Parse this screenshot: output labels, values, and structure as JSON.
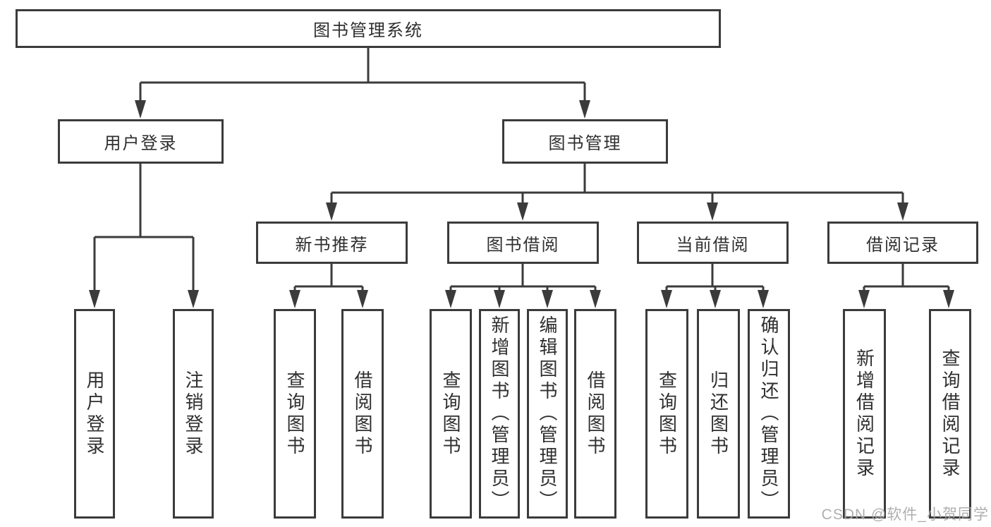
{
  "diagram": {
    "root": {
      "label": "图书管理系统"
    },
    "branches": [
      {
        "label": "用户登录",
        "children": [
          {
            "label": "用户登录"
          },
          {
            "label": "注销登录"
          }
        ]
      },
      {
        "label": "图书管理",
        "sections": [
          {
            "label": "新书推荐",
            "children": [
              {
                "label": "查询图书"
              },
              {
                "label": "借阅图书"
              }
            ]
          },
          {
            "label": "图书借阅",
            "children": [
              {
                "label": "查询图书"
              },
              {
                "label": "新增图书（管理员）"
              },
              {
                "label": "编辑图书（管理员）"
              },
              {
                "label": "借阅图书"
              }
            ]
          },
          {
            "label": "当前借阅",
            "children": [
              {
                "label": "查询图书"
              },
              {
                "label": "归还图书"
              },
              {
                "label": "确认归还（管理员）"
              }
            ]
          },
          {
            "label": "借阅记录",
            "children": [
              {
                "label": "新增借阅记录"
              },
              {
                "label": "查询借阅记录"
              }
            ]
          }
        ]
      }
    ]
  },
  "watermark": {
    "text": "CSDN @软件_小贺同学"
  },
  "colors": {
    "line": "#3b3b3b",
    "text": "#2f2f2f",
    "background": "#ffffff",
    "watermark": "#a8a8a8"
  }
}
